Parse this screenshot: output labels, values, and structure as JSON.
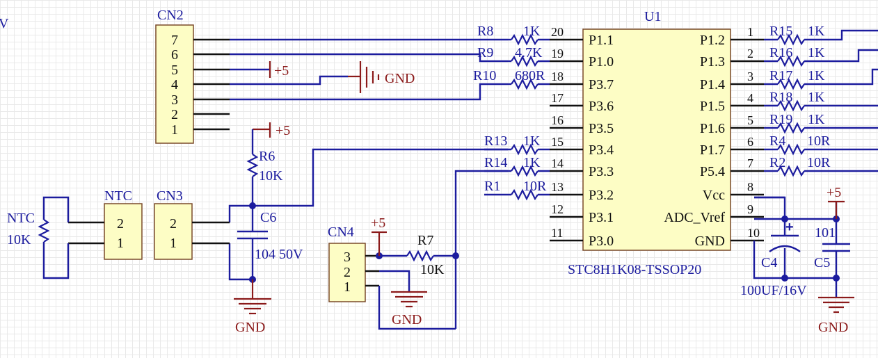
{
  "ic": {
    "ref": "U1",
    "part": "STC8H1K08-TSSOP20",
    "left_pins": [
      {
        "num": "20",
        "name": "P1.1"
      },
      {
        "num": "19",
        "name": "P1.0"
      },
      {
        "num": "18",
        "name": "P3.7"
      },
      {
        "num": "17",
        "name": "P3.6"
      },
      {
        "num": "16",
        "name": "P3.5"
      },
      {
        "num": "15",
        "name": "P3.4"
      },
      {
        "num": "14",
        "name": "P3.3"
      },
      {
        "num": "13",
        "name": "P3.2"
      },
      {
        "num": "12",
        "name": "P3.1"
      },
      {
        "num": "11",
        "name": "P3.0"
      }
    ],
    "right_pins": [
      {
        "num": "1",
        "name": "P1.2"
      },
      {
        "num": "2",
        "name": "P1.3"
      },
      {
        "num": "3",
        "name": "P1.4"
      },
      {
        "num": "4",
        "name": "P1.5"
      },
      {
        "num": "5",
        "name": "P1.6"
      },
      {
        "num": "6",
        "name": "P1.7"
      },
      {
        "num": "7",
        "name": "P5.4"
      },
      {
        "num": "8",
        "name": "Vcc"
      },
      {
        "num": "9",
        "name": "ADC_Vref"
      },
      {
        "num": "10",
        "name": "GND"
      }
    ]
  },
  "left_resistors": [
    {
      "ref": "R8",
      "value": "1K"
    },
    {
      "ref": "R9",
      "value": "4.7K"
    },
    {
      "ref": "R10",
      "value": "680R"
    },
    {
      "ref": "R13",
      "value": "1K"
    },
    {
      "ref": "R14",
      "value": "1K"
    },
    {
      "ref": "R1",
      "value": "10R"
    }
  ],
  "right_resistors": [
    {
      "ref": "R15",
      "value": "1K"
    },
    {
      "ref": "R16",
      "value": "1K"
    },
    {
      "ref": "R17",
      "value": "1K"
    },
    {
      "ref": "R18",
      "value": "1K"
    },
    {
      "ref": "R19",
      "value": "1K"
    },
    {
      "ref": "R4",
      "value": "10R"
    },
    {
      "ref": "R2",
      "value": "10R"
    }
  ],
  "cn2": {
    "ref": "CN2",
    "pins": [
      "7",
      "6",
      "5",
      "4",
      "3",
      "2",
      "1"
    ]
  },
  "cn3": {
    "ref": "CN3",
    "pins": [
      "2",
      "1"
    ]
  },
  "ntc_conn": {
    "ref": "NTC",
    "pins": [
      "2",
      "1"
    ]
  },
  "cn4": {
    "ref": "CN4",
    "pins": [
      "3",
      "2",
      "1"
    ]
  },
  "thermistor": {
    "ref": "NTC",
    "value": "10K"
  },
  "r6": {
    "ref": "R6",
    "value": "10K"
  },
  "c6": {
    "ref": "C6",
    "value": "104 50V"
  },
  "r7": {
    "ref": "R7",
    "value": "10K"
  },
  "c4": {
    "ref": "C4",
    "value": "100UF/16V"
  },
  "c5": {
    "ref": "C5",
    "value": "101"
  },
  "power": {
    "vcc": "+5",
    "gnd": "GND"
  },
  "edge_fragment": "V",
  "colors": {
    "wire": "#1c1c9e",
    "label": "#1c1c9e",
    "power": "#8b1a1a",
    "pin": "#111111",
    "component_fill": "#fdfdc5"
  }
}
